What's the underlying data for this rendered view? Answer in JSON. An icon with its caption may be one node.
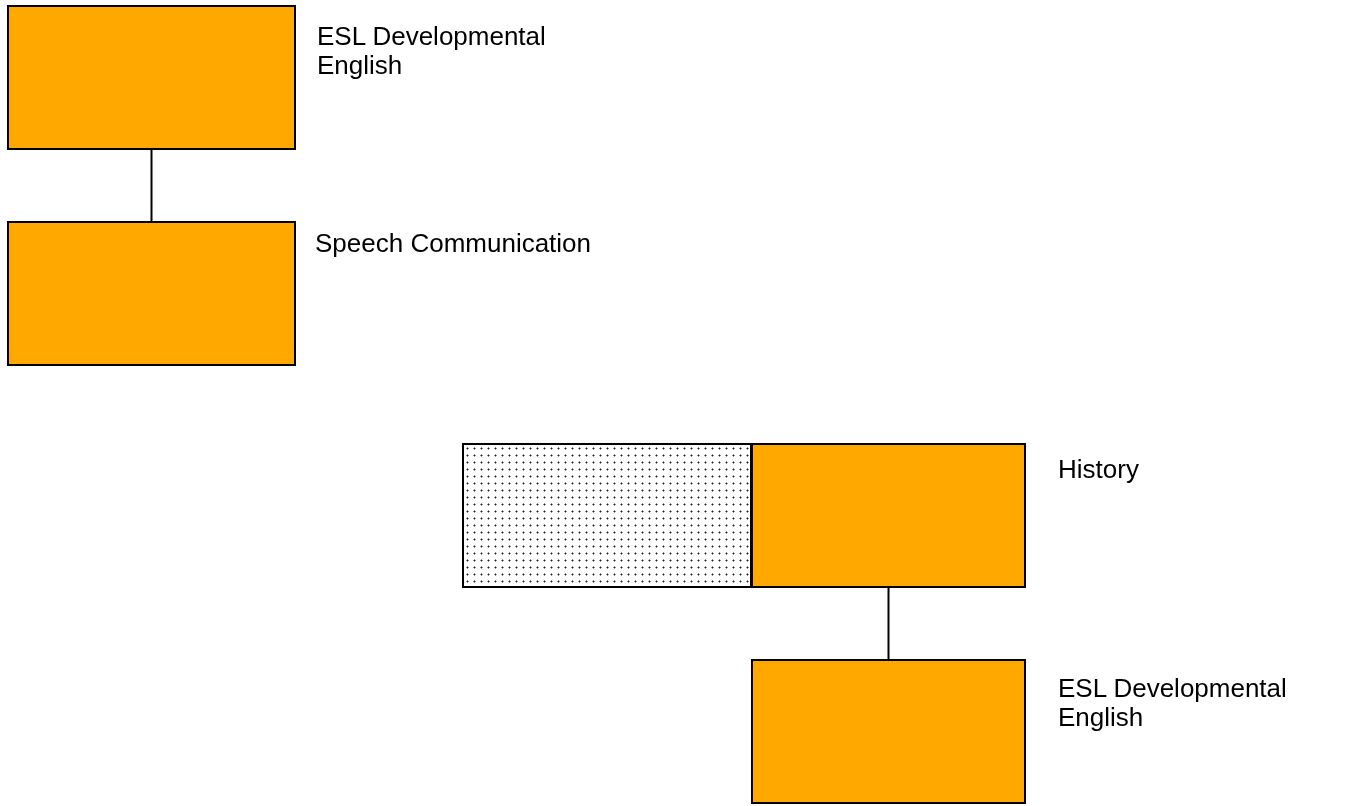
{
  "diagram": {
    "nodes": [
      {
        "text": [
          "ESL Developmental English"
        ]
      },
      {
        "text": [
          "Speech Communication"
        ]
      },
      {
        "text": [],
        "shape": "box"
      },
      {
        "text": [
          "History"
        ]
      },
      {
        "text": [
          "ESL Developmental English"
        ]
      }
    ],
    "edges": [
      {
        "from": 0,
        "to": 1,
        "arrow": "none"
      },
      {
        "from": 3,
        "to": 4,
        "arrow": "none"
      }
    ]
  }
}
